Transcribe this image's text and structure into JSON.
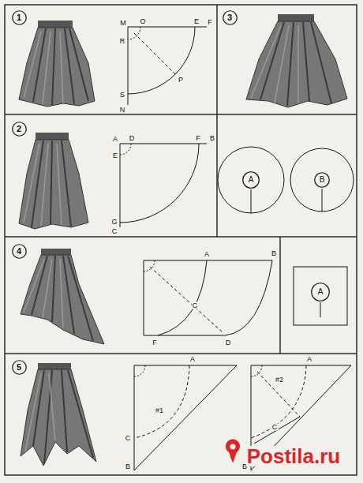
{
  "diagram": {
    "nodes": [
      {
        "text": [
          "1"
        ]
      },
      {
        "text": [
          "3"
        ]
      },
      {
        "text": [
          "2"
        ]
      },
      {
        "text": [
          "A"
        ]
      },
      {
        "text": [
          "B"
        ]
      },
      {
        "text": [
          "4"
        ]
      },
      {
        "text": [
          "A"
        ]
      },
      {
        "text": [
          "5"
        ]
      }
    ],
    "labels": [
      "M",
      "O",
      "E",
      "F",
      "R",
      "P",
      "S",
      "N",
      "A",
      "D",
      "E",
      "F",
      "B",
      "G",
      "C",
      "A",
      "B",
      "C",
      "F",
      "D",
      "A",
      "C",
      "B",
      "#1",
      "A",
      "C",
      "B",
      "#2",
      "Postila.ru"
    ]
  }
}
